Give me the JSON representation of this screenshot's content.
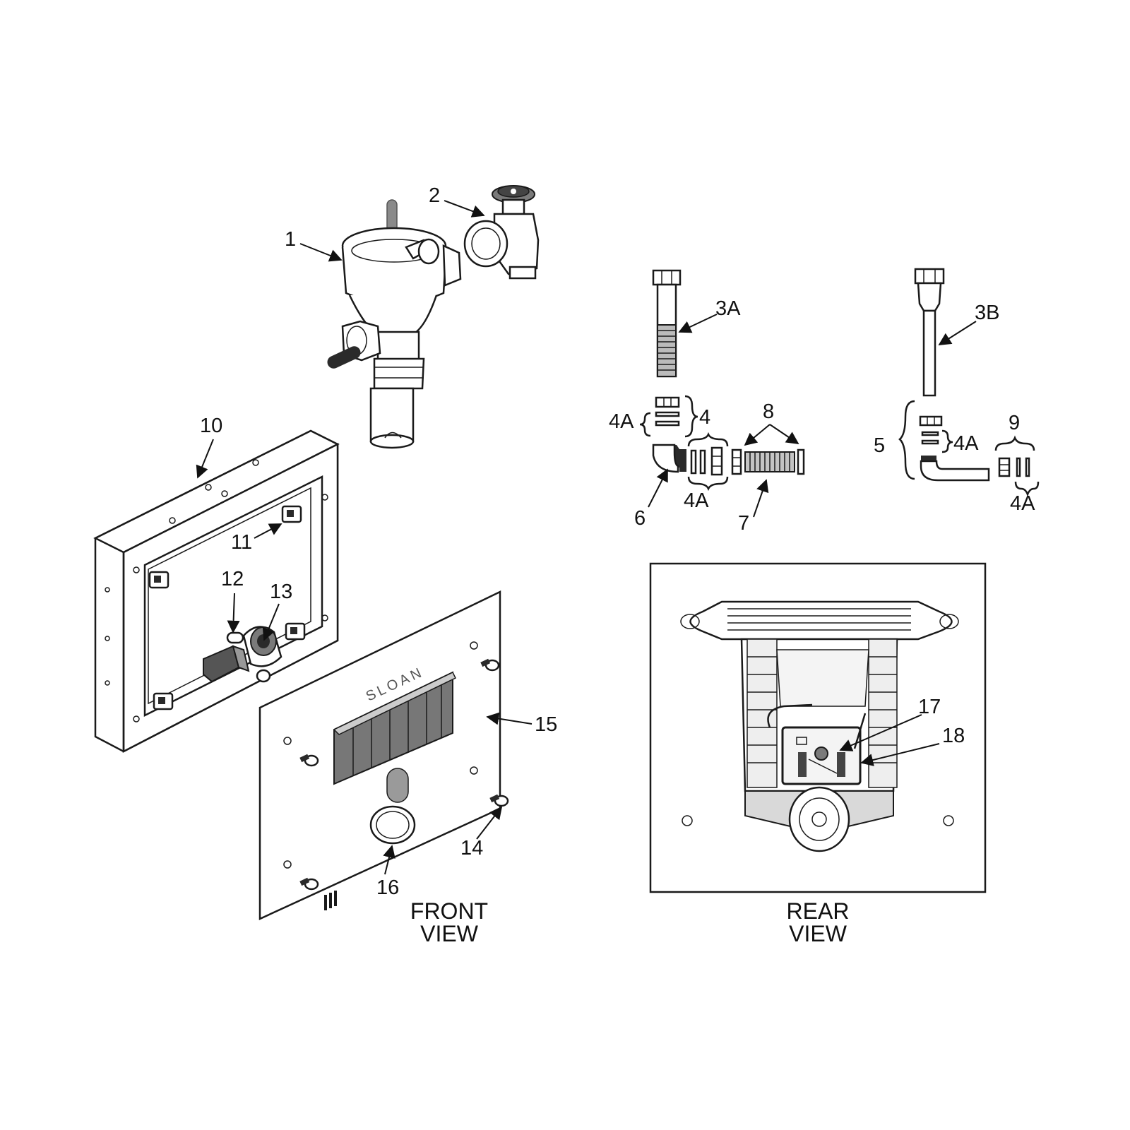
{
  "brand": "SLOAN",
  "views": {
    "front": [
      "FRONT",
      "VIEW"
    ],
    "rear": [
      "REAR",
      "VIEW"
    ]
  },
  "labels": {
    "p1": "1",
    "p2": "2",
    "p3a": "3A",
    "p3b": "3B",
    "p4": "4",
    "p4a_1": "4A",
    "p4a_2": "4A",
    "p4a_3": "4A",
    "p4a_4": "4A",
    "p5": "5",
    "p6": "6",
    "p7": "7",
    "p8": "8",
    "p9": "9",
    "p10": "10",
    "p11": "11",
    "p12": "12",
    "p13": "13",
    "p14": "14",
    "p15": "15",
    "p16": "16",
    "p17": "17",
    "p18": "18"
  },
  "colors": {
    "line": "#1a1a1a",
    "fill_light": "#d9d9d9",
    "fill_dark": "#7a7a7a",
    "background": "#ffffff"
  }
}
